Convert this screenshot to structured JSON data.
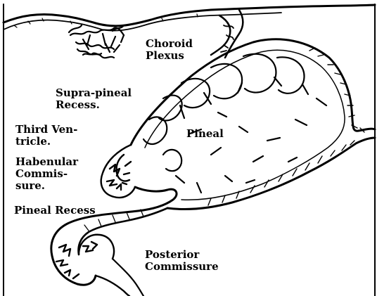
{
  "labels": {
    "choroid_plexus": "Choroid\nPlexus",
    "supra_pineal_recess": "Supra-pineal\nRecess.",
    "third_ventricle": "Third Ven-\ntricle.",
    "habenular_commissure": "Habenular\nCommis-\nsure.",
    "pineal": "Pineal",
    "pineal_recess": "Pineal Recess",
    "posterior_commissure": "Posterior\nCommissure"
  },
  "colors": {
    "ink": "#000000",
    "paper": "#ffffff"
  }
}
